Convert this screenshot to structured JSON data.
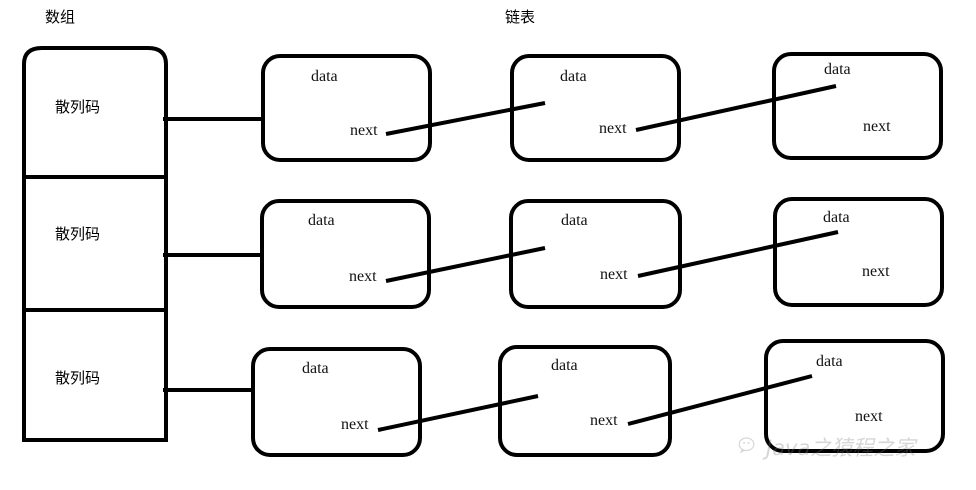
{
  "diagram": {
    "title_labels": {
      "array": "数组",
      "linked_list": "链表"
    },
    "array": {
      "name": "hash-bucket-array",
      "cells": [
        {
          "label": "散列码"
        },
        {
          "label": "散列码"
        },
        {
          "label": "散列码"
        }
      ]
    },
    "rows": [
      {
        "nodes": [
          {
            "data_label": "data",
            "next_label": "next"
          },
          {
            "data_label": "data",
            "next_label": "next"
          },
          {
            "data_label": "data",
            "next_label": "next"
          }
        ]
      },
      {
        "nodes": [
          {
            "data_label": "data",
            "next_label": "next"
          },
          {
            "data_label": "data",
            "next_label": "next"
          },
          {
            "data_label": "data",
            "next_label": "next"
          }
        ]
      },
      {
        "nodes": [
          {
            "data_label": "data",
            "next_label": "next"
          },
          {
            "data_label": "data",
            "next_label": "next"
          },
          {
            "data_label": "data",
            "next_label": "next"
          }
        ]
      }
    ],
    "colors": {
      "stroke": "#000000",
      "background": "#ffffff",
      "text": "#111111",
      "watermark": "#7a7a7a"
    }
  },
  "watermark": {
    "text": "Java之猿程之家",
    "icon": "wechat-icon"
  }
}
